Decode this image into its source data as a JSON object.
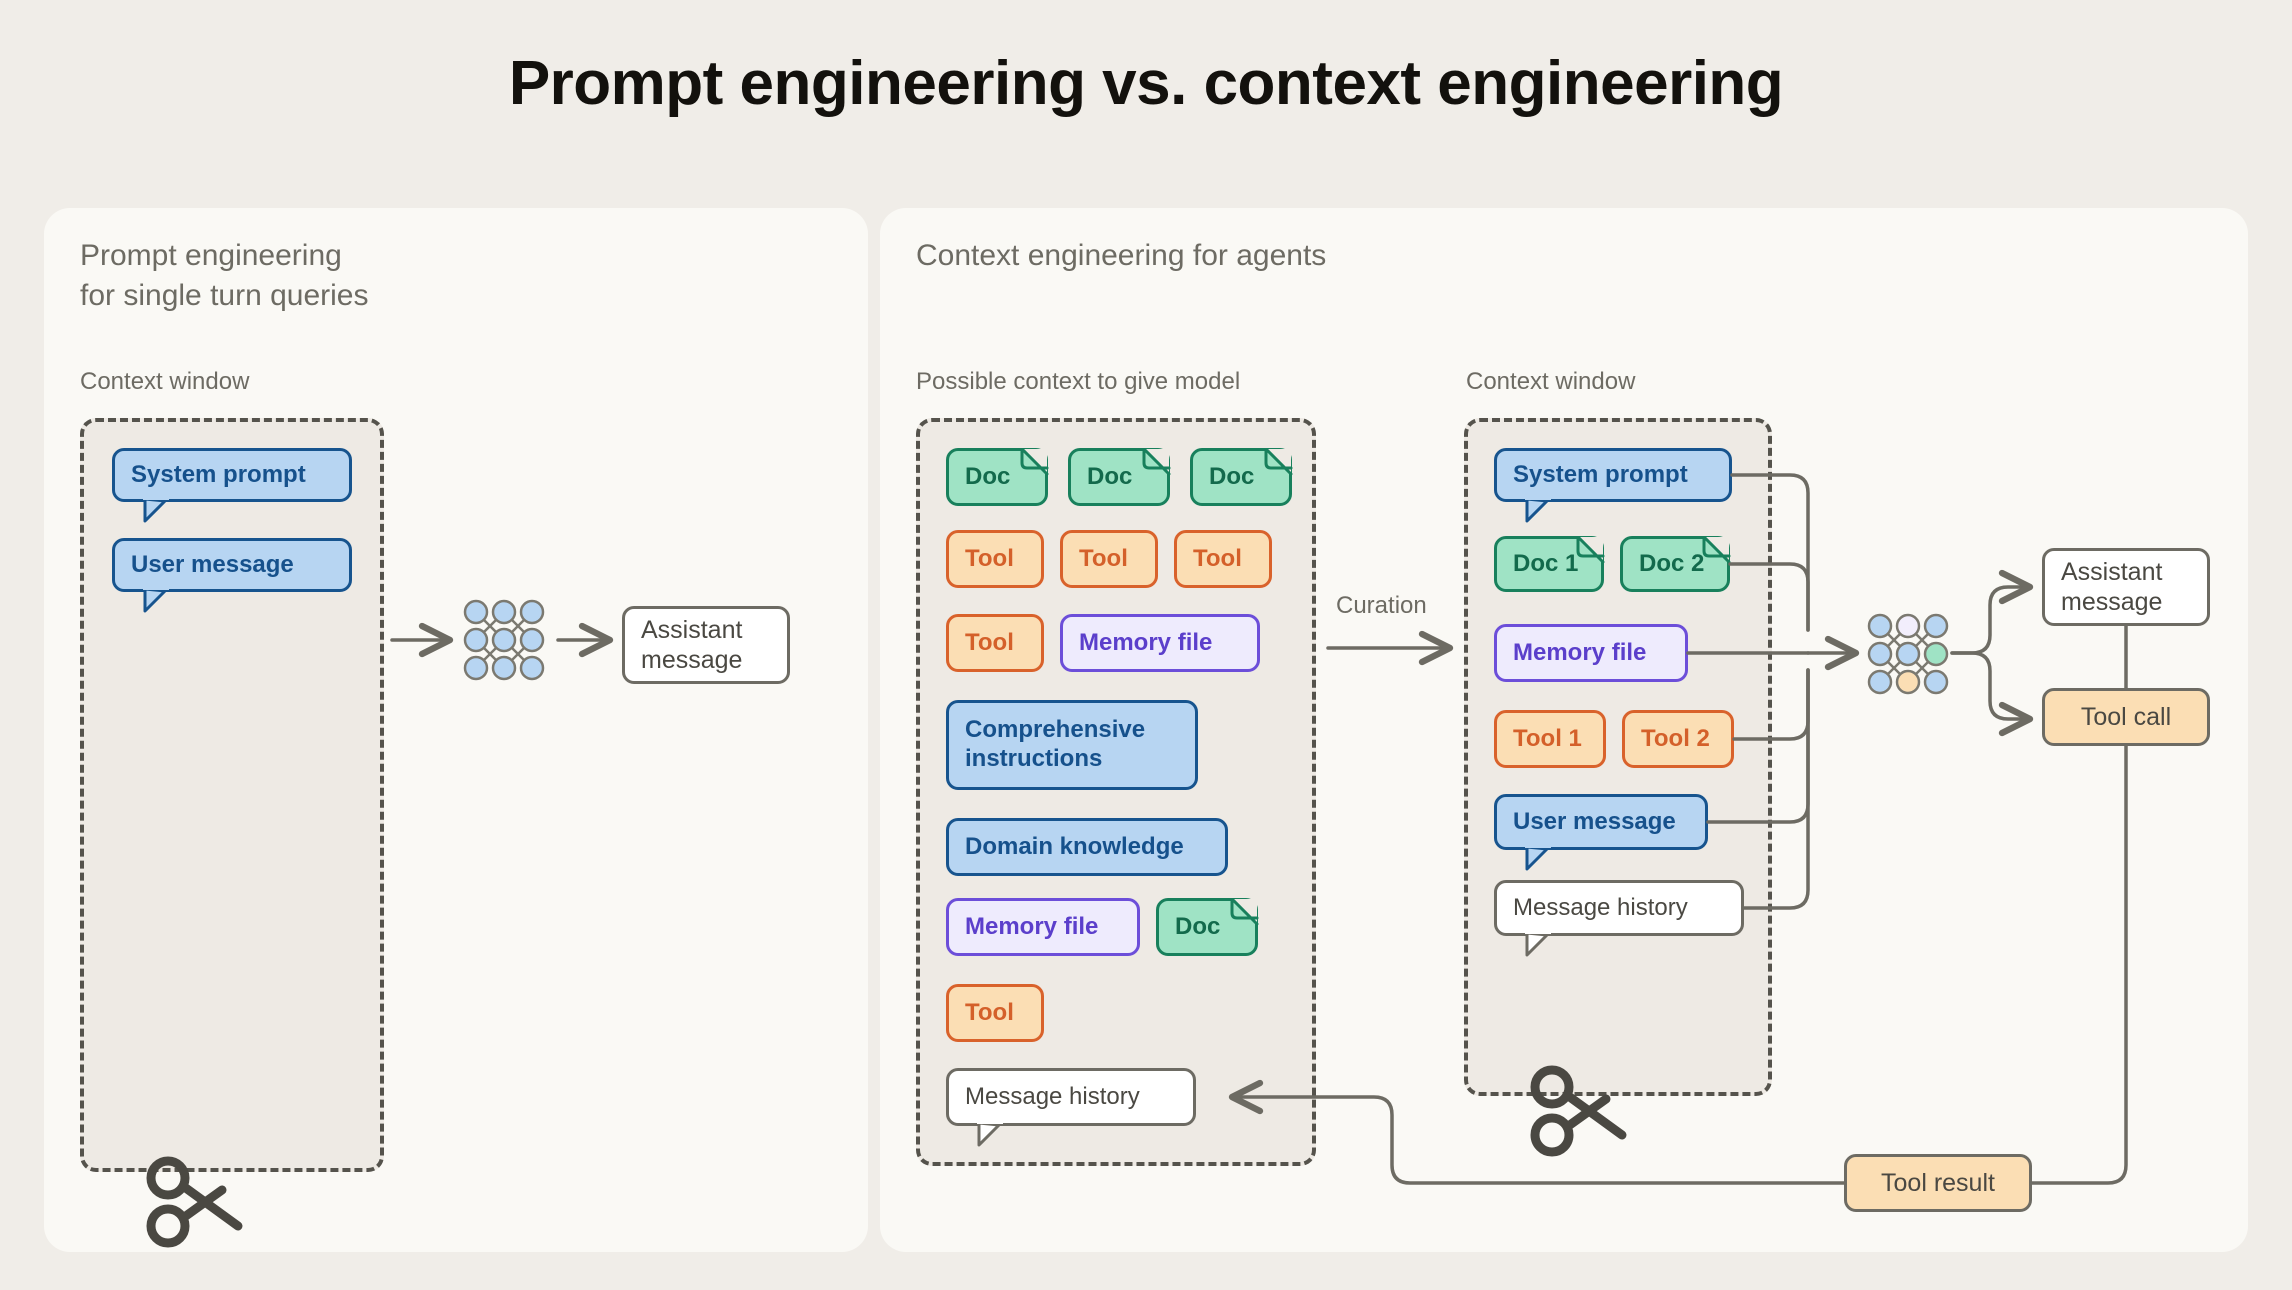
{
  "title": "Prompt engineering vs. context engineering",
  "colors": {
    "background": "#f0ede8",
    "panel": "#faf9f5",
    "context_window": "#eeeae4",
    "blue_fill": "#b7d5f2",
    "blue_stroke": "#17548e",
    "green_fill": "#9fe3c5",
    "green_stroke": "#18805c",
    "orange_fill": "#fbdeb4",
    "orange_stroke": "#d9622b",
    "purple_fill": "#eeebfd",
    "purple_stroke": "#6c4ed9",
    "neutral_stroke": "#6d6b63",
    "text_muted": "#6d6b63",
    "text_dark": "#13110d"
  },
  "left_panel": {
    "heading": "Prompt engineering\nfor single turn queries",
    "context_window_label": "Context window",
    "context_items": [
      {
        "label": "System prompt",
        "kind": "bubble-blue"
      },
      {
        "label": "User message",
        "kind": "bubble-blue"
      }
    ],
    "model_icon": "neural-network-icon",
    "output": {
      "label": "Assistant\nmessage",
      "kind": "white"
    },
    "truncation_icon": "scissors-icon"
  },
  "right_panel": {
    "heading": "Context engineering for agents",
    "possible_context_label": "Possible context to give model",
    "context_window_label": "Context window",
    "curation_label": "Curation",
    "possible_context_items": [
      {
        "label": "Doc",
        "kind": "doc-green"
      },
      {
        "label": "Doc",
        "kind": "doc-green"
      },
      {
        "label": "Doc",
        "kind": "doc-green"
      },
      {
        "label": "Tool",
        "kind": "orange"
      },
      {
        "label": "Tool",
        "kind": "orange"
      },
      {
        "label": "Tool",
        "kind": "orange"
      },
      {
        "label": "Tool",
        "kind": "orange"
      },
      {
        "label": "Memory file",
        "kind": "purple"
      },
      {
        "label": "Comprehensive\ninstructions",
        "kind": "blue"
      },
      {
        "label": "Domain knowledge",
        "kind": "blue"
      },
      {
        "label": "Memory file",
        "kind": "purple"
      },
      {
        "label": "Doc",
        "kind": "doc-green"
      },
      {
        "label": "Tool",
        "kind": "orange"
      },
      {
        "label": "Message history",
        "kind": "bubble-white"
      }
    ],
    "context_window_items": [
      {
        "label": "System prompt",
        "kind": "bubble-blue"
      },
      {
        "label": "Doc 1",
        "kind": "doc-green"
      },
      {
        "label": "Doc 2",
        "kind": "doc-green"
      },
      {
        "label": "Memory file",
        "kind": "purple"
      },
      {
        "label": "Tool 1",
        "kind": "orange"
      },
      {
        "label": "Tool 2",
        "kind": "orange"
      },
      {
        "label": "User message",
        "kind": "bubble-blue"
      },
      {
        "label": "Message history",
        "kind": "bubble-white"
      }
    ],
    "model_icon": "neural-network-icon",
    "outputs": [
      {
        "label": "Assistant\nmessage",
        "kind": "white"
      },
      {
        "label": "Tool call",
        "kind": "tan"
      }
    ],
    "tool_result": {
      "label": "Tool result",
      "kind": "tan"
    },
    "truncation_icon": "scissors-icon"
  }
}
